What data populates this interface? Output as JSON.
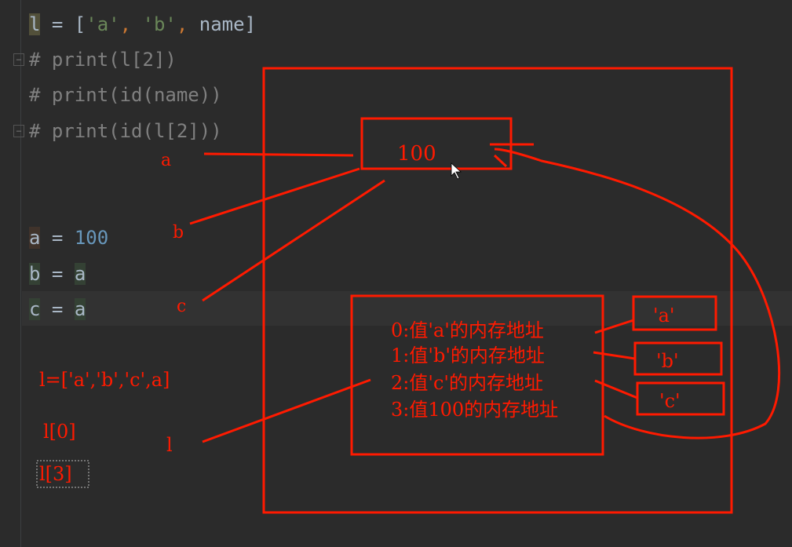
{
  "editor": {
    "lines": {
      "l_assign": {
        "var": "l",
        "eq": " = [",
        "s1": "'a'",
        "c1": ", ",
        "s2": "'b'",
        "c2": ", ",
        "rest": "name]"
      },
      "c1": "# print(l[2])",
      "c2": "# print(id(name))",
      "c3": "# print(id(l[2]))",
      "a_assign": {
        "var": "a",
        "eq": " = ",
        "val": "100"
      },
      "b_assign": {
        "var": "b",
        "eq": " = ",
        "val": "a"
      },
      "c_assign": {
        "var": "c",
        "eq": " = ",
        "val": "a"
      }
    }
  },
  "annotations": {
    "color": "#ff1a00",
    "value_box": "100",
    "label_a": "a",
    "label_b": "b",
    "label_c": "c",
    "label_l": "l",
    "list_def": "l=['a','b','c',a]",
    "index0": "l[0]",
    "index3": "l[3]",
    "list_entries": [
      "0:值'a'的内存地址",
      "1:值'b'的内存地址",
      "2:值'c'的内存地址",
      "3:值100的内存地址"
    ],
    "string_boxes": [
      "'a'",
      "'b'",
      "'c'"
    ]
  }
}
